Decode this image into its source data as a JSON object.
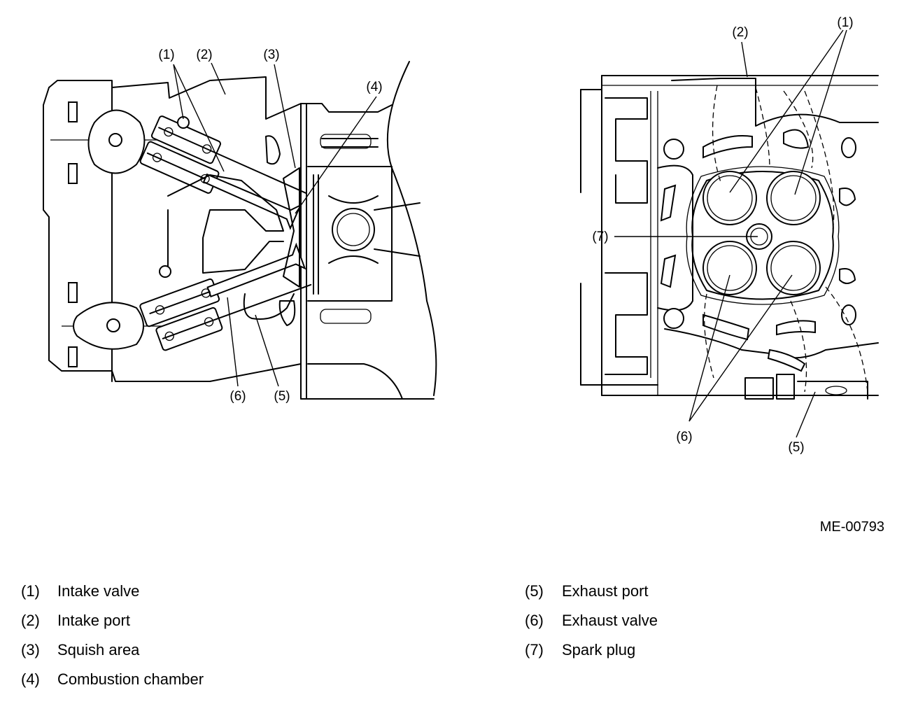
{
  "figure_code": "ME-00793",
  "left_view": {
    "callouts": {
      "c1": "(1)",
      "c2": "(2)",
      "c3": "(3)",
      "c4": "(4)",
      "c5": "(5)",
      "c6": "(6)"
    }
  },
  "right_view": {
    "callouts": {
      "c1": "(1)",
      "c2": "(2)",
      "c5": "(5)",
      "c6": "(6)",
      "c7": "(7)"
    }
  },
  "legend": [
    {
      "number": "(1)",
      "label": "Intake valve"
    },
    {
      "number": "(2)",
      "label": "Intake port"
    },
    {
      "number": "(3)",
      "label": "Squish area"
    },
    {
      "number": "(4)",
      "label": "Combustion chamber"
    },
    {
      "number": "(5)",
      "label": "Exhaust port"
    },
    {
      "number": "(6)",
      "label": "Exhaust valve"
    },
    {
      "number": "(7)",
      "label": "Spark plug"
    }
  ]
}
